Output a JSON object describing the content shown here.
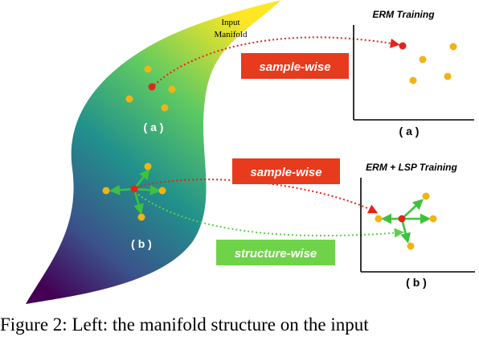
{
  "manifold": {
    "label_line1": "Input",
    "label_line2": "Manifold",
    "label_a": "( a )",
    "label_b": "( b )",
    "gradient": [
      "#fde725",
      "#5ec962",
      "#21918c",
      "#3b528b",
      "#440154"
    ]
  },
  "badges": {
    "sample_wise_1": "sample-wise",
    "sample_wise_2": "sample-wise",
    "structure_wise": "structure-wise",
    "red": "#e83a1c",
    "green": "#6fd34a"
  },
  "panels": {
    "erm": {
      "title": "ERM Training",
      "label": "( a )"
    },
    "erm_lsp": {
      "title": "ERM + LSP Training",
      "label": "( b )"
    }
  },
  "colors": {
    "anchor": "#e3241b",
    "neighbor": "#f2b313",
    "arrow_green": "#3cc33a",
    "dotted_red": "#e3241b",
    "dotted_green": "#5ed14a"
  },
  "caption": {
    "text": "Figure 2: Left: the manifold structure on the input"
  }
}
